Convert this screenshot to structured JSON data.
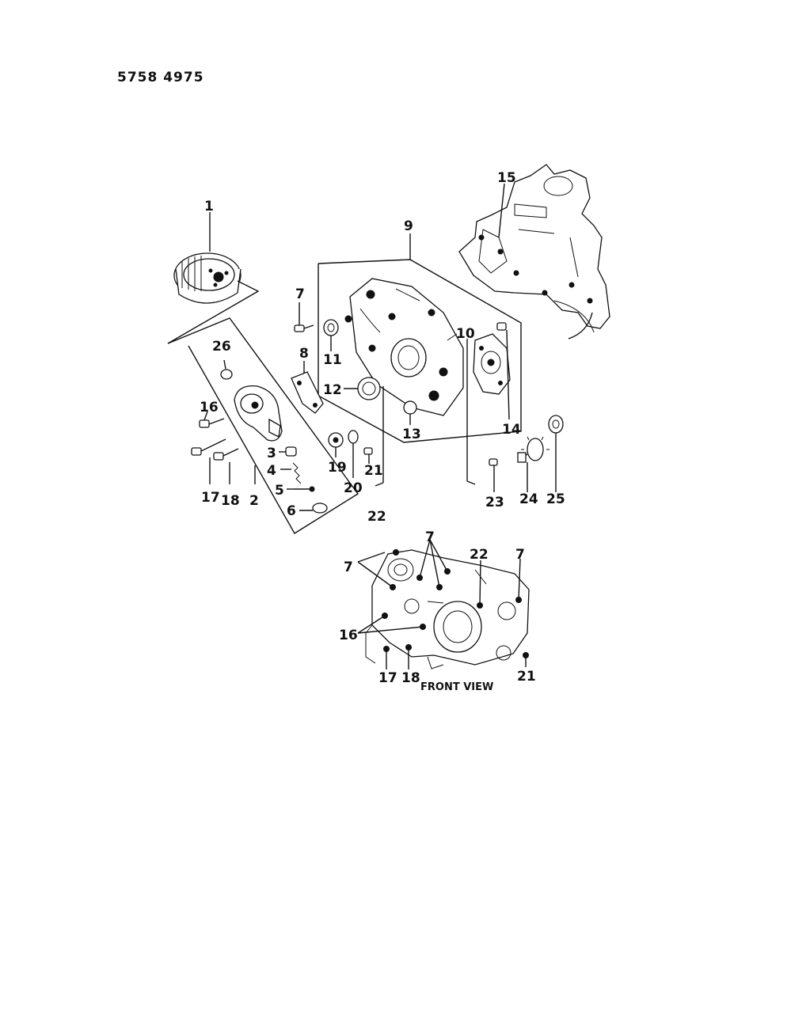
{
  "header": {
    "code": "5758  4975"
  },
  "callouts": [
    "1",
    "2",
    "3",
    "4",
    "5",
    "6",
    "7",
    "8",
    "9",
    "10",
    "11",
    "12",
    "13",
    "14",
    "15",
    "16",
    "17",
    "18",
    "19",
    "20",
    "21",
    "22",
    "23",
    "24",
    "25",
    "26"
  ],
  "front_view": {
    "caption": "FRONT VIEW",
    "callouts": {
      "c7a": "7",
      "c7b": "7",
      "c7c": "7",
      "c22": "22",
      "c16": "16",
      "c17": "17",
      "c18": "18",
      "c21": "21"
    }
  }
}
